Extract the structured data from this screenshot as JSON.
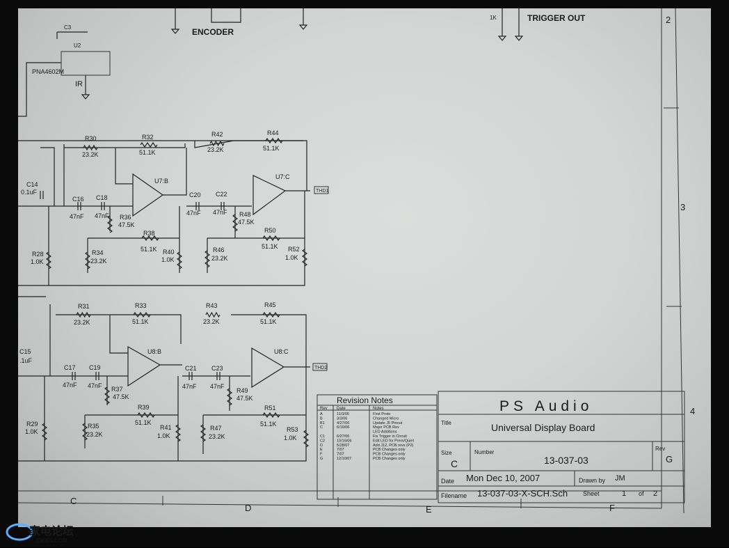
{
  "header": {
    "encoder": "ENCODER",
    "trigger_out": "TRIGGER OUT",
    "ir": "IR",
    "u2": "U2",
    "part": "PNA4602M",
    "c3": "C3",
    "r_top": "1K"
  },
  "ch1": {
    "r30": {
      "ref": "R30",
      "val": "23.2K"
    },
    "r32": {
      "ref": "R32",
      "val": "51.1K"
    },
    "r42": {
      "ref": "R42",
      "val": "23.2K"
    },
    "r44": {
      "ref": "R44",
      "val": "51.1K"
    },
    "u7b": "U7:B",
    "u7c": "U7:C",
    "c14": {
      "ref": "C14",
      "val": "0.1uF"
    },
    "c16": {
      "ref": "C16",
      "val": "47nF"
    },
    "c18": {
      "ref": "C18",
      "val": "47nF"
    },
    "c20": {
      "ref": "C20",
      "val": "47nF"
    },
    "c22": {
      "ref": "C22",
      "val": "47nF"
    },
    "r36": {
      "ref": "R36",
      "val": "47.5K"
    },
    "r48": {
      "ref": "R48",
      "val": "47.5K"
    },
    "r38": {
      "ref": "R38",
      "val": "51.1K"
    },
    "r50": {
      "ref": "R50",
      "val": "51.1K"
    },
    "r28": {
      "ref": "R28",
      "val": "1.0K"
    },
    "r34": {
      "ref": "R34",
      "val": "23.2K"
    },
    "r40": {
      "ref": "R40",
      "val": "1.0K"
    },
    "r46": {
      "ref": "R46",
      "val": "23.2K"
    },
    "r52": {
      "ref": "R52",
      "val": "1.0K"
    },
    "net": "THD1"
  },
  "ch2": {
    "r31": {
      "ref": "R31",
      "val": "23.2K"
    },
    "r33": {
      "ref": "R33",
      "val": "51.1K"
    },
    "r43": {
      "ref": "R43",
      "val": "23.2K"
    },
    "r45": {
      "ref": "R45",
      "val": "51.1K"
    },
    "u8b": "U8:B",
    "u8c": "U8:C",
    "c15": {
      "ref": "C15",
      "val": ".1uF"
    },
    "c17": {
      "ref": "C17",
      "val": "47nF"
    },
    "c19": {
      "ref": "C19",
      "val": "47nF"
    },
    "c21": {
      "ref": "C21",
      "val": "47nF"
    },
    "c23": {
      "ref": "C23",
      "val": "47nF"
    },
    "r37": {
      "ref": "R37",
      "val": "47.5K"
    },
    "r49": {
      "ref": "R49",
      "val": "47.5K"
    },
    "r39": {
      "ref": "R39",
      "val": "51.1K"
    },
    "r51": {
      "ref": "R51",
      "val": "51.1K"
    },
    "r29": {
      "ref": "R29",
      "val": "1.0K"
    },
    "r35": {
      "ref": "R35",
      "val": "23.2K"
    },
    "r41": {
      "ref": "R41",
      "val": "1.0K"
    },
    "r47": {
      "ref": "R47",
      "val": "23.2K"
    },
    "r53": {
      "ref": "R53",
      "val": "1.0K"
    },
    "net": "THD2"
  },
  "revision": {
    "title": "Revision Notes",
    "headers": [
      "Rev",
      "Date",
      "Notes"
    ],
    "rows": [
      [
        "A",
        "11/3/05",
        "First Proto"
      ],
      [
        "B",
        "3/3/06",
        "Changed Micro"
      ],
      [
        "B1",
        "4/27/06",
        "Update J5 Pinout"
      ],
      [
        "C",
        "6/19/06",
        "Major PCB Rev"
      ],
      [
        "",
        "",
        "LED Additions"
      ],
      [
        "C1",
        "6/27/06",
        "Fix Trigger in Circuit"
      ],
      [
        "C2",
        "10/16/06",
        "Edit LED for Prem/Quiet"
      ],
      [
        "D",
        "5/28/07",
        "Add J12, PCB revs (P2)"
      ],
      [
        "E",
        "7/07",
        "PCB Changes only"
      ],
      [
        "F",
        "7/07",
        "PCB Changes only"
      ],
      [
        "G",
        "12/10/07",
        "PCB Changes only"
      ]
    ]
  },
  "titleblock": {
    "company": "PS Audio",
    "title_label": "Title",
    "title": "Universal Display Board",
    "size_label": "Size",
    "size": "C",
    "number_label": "Number",
    "number": "13-037-03",
    "rev_label": "Rev",
    "rev": "G",
    "date_label": "Date",
    "date": "Mon Dec 10, 2007",
    "drawn_label": "Drawn by",
    "drawn": "JM",
    "filename_label": "Filename",
    "filename": "13-037-03-X-SCH.Sch",
    "sheet_label": "Sheet",
    "sheet": "1",
    "of_label": "of",
    "sheet_total": "2"
  },
  "border": {
    "columns": [
      "C",
      "D",
      "E",
      "F"
    ],
    "rows": [
      "2",
      "3",
      "4"
    ]
  },
  "watermark": {
    "text": "家电论坛",
    "url": "JDBBS.COM"
  }
}
